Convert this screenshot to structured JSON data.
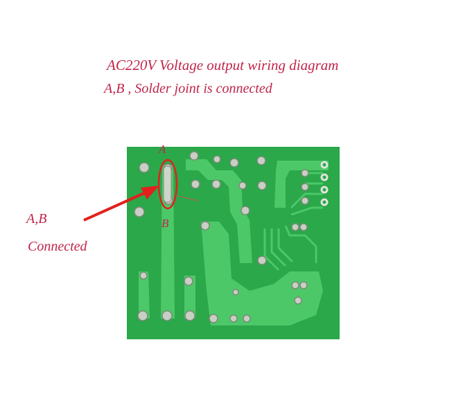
{
  "title": "AC220V Voltage output  wiring diagram",
  "subtitle": "A,B , Solder joint is connected",
  "side_label": {
    "line1": "A,B",
    "line2": "Connected"
  },
  "point_labels": {
    "a": "A",
    "b": "B"
  },
  "colors": {
    "text": "#c0244a",
    "board": "#2aa84a",
    "trace": "#48c864",
    "arrow": "#e3201c",
    "highlight": "#e3201c"
  }
}
